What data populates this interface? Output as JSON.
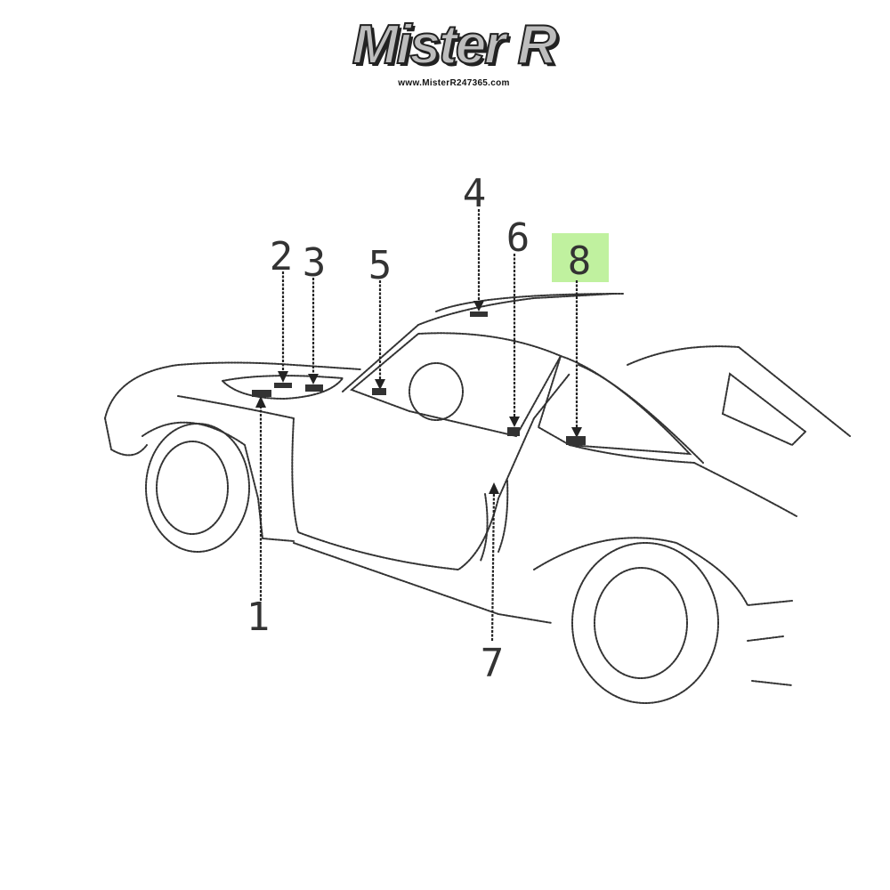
{
  "logo": {
    "text": "Mister R",
    "url": "www.MisterR247365.com"
  },
  "diagram": {
    "callouts": [
      "1",
      "2",
      "3",
      "4",
      "5",
      "6",
      "7",
      "8"
    ],
    "highlighted": "8",
    "highlight_color": "#b5ee8e"
  }
}
